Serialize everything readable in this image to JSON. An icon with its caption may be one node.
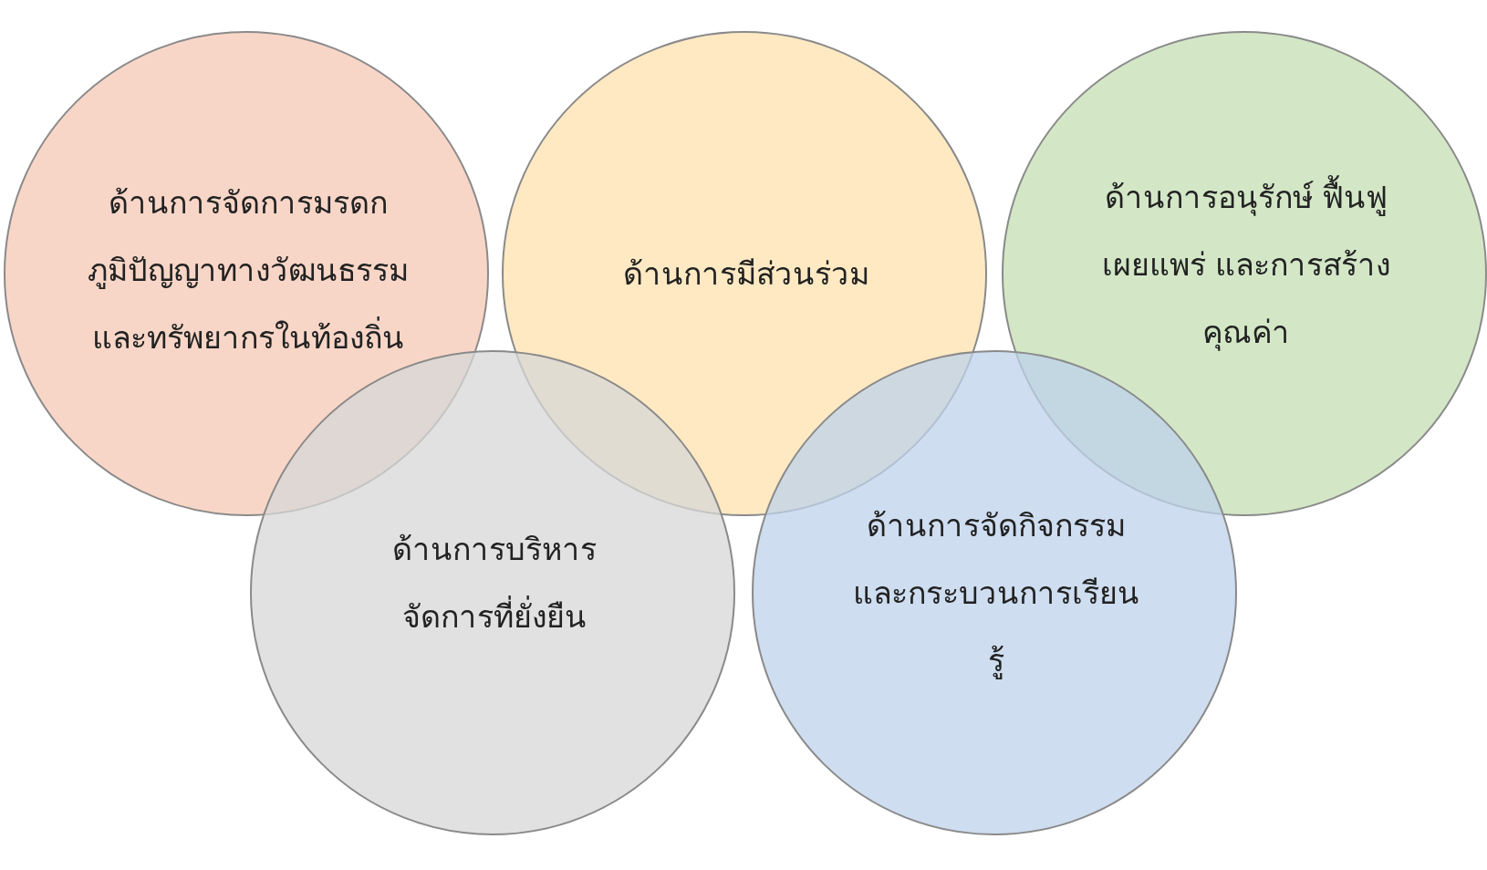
{
  "diagram": {
    "nodes": [
      {
        "text": [
          "ด้านการจัดการมรดกภูมิปัญญาทางวัฒนธรรมและทรัพยากรในท้องถิ่น"
        ]
      },
      {
        "text": [
          "ด้านการมีส่วนร่วม"
        ]
      },
      {
        "text": [
          "ด้านการอนุรักษ์ ฟื้นฟูเผยแพร่ และการสร้างคุณค่า"
        ]
      },
      {
        "text": [
          "ด้านการบริหารจัดการที่ยั่งยืน"
        ]
      },
      {
        "text": [
          "ด้านการจัดกิจกรรมและกระบวนการเรียนรู้"
        ]
      }
    ],
    "edges": []
  }
}
